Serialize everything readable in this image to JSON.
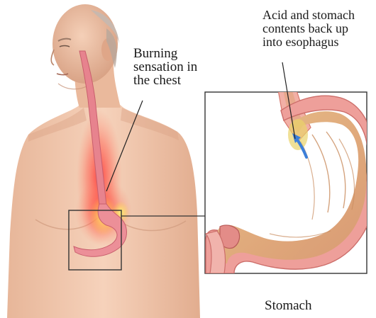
{
  "labels": {
    "burning": [
      "Burning",
      "sensation in",
      "the chest"
    ],
    "acid": [
      "Acid and stomach",
      "contents back up",
      "into esophagus"
    ],
    "stomach": "Stomach"
  },
  "colors": {
    "skin": "#f2c7ad",
    "skin_shadow": "#dba488",
    "esophagus": "#e8808c",
    "stomach_wall": "#e99a95",
    "stomach_inner": "#e3b27e",
    "burn_glow": "#ff3b3b",
    "acid_yellow": "#ffe14a",
    "reflux_arrow": "#3d7fd9",
    "frame": "#333333"
  }
}
